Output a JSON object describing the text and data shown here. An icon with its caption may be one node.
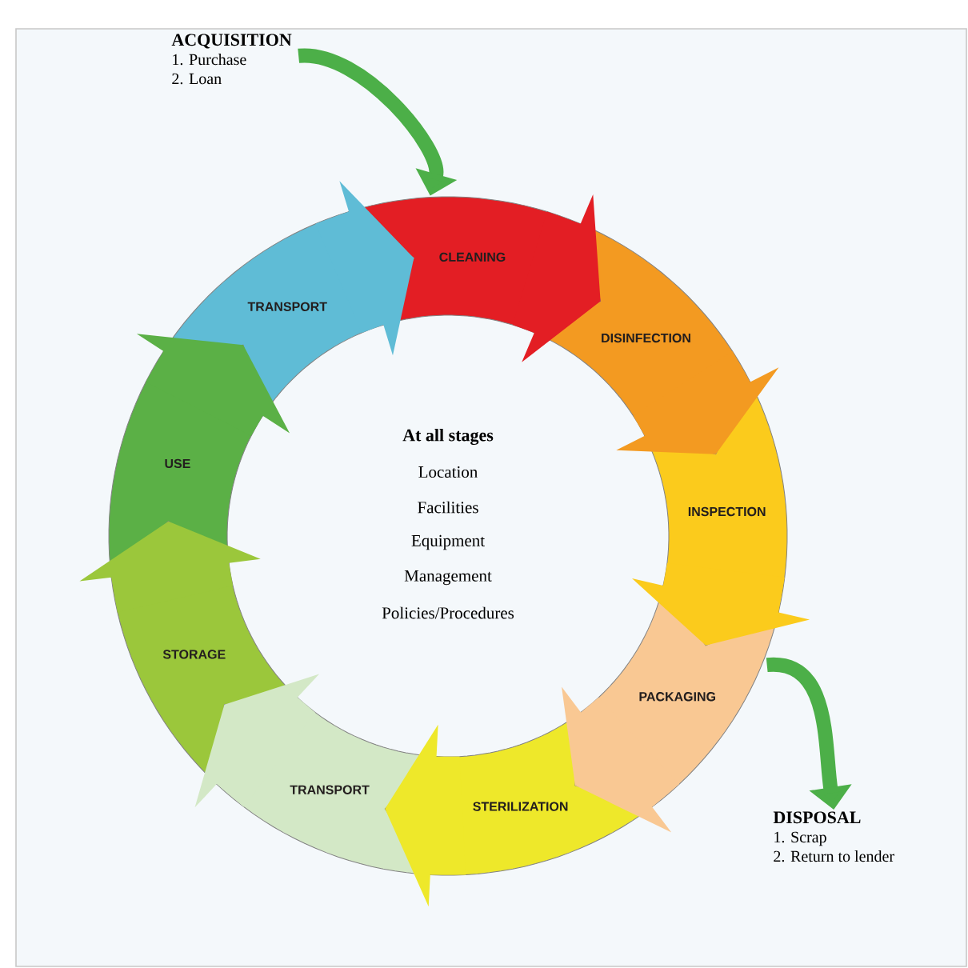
{
  "diagram": {
    "nodes": [
      {
        "text": [
          "ACQUISITION",
          "1. Purchase",
          "2. Loan"
        ]
      },
      {
        "text": [
          "CLEANING"
        ]
      },
      {
        "text": [
          "DISINFECTION"
        ]
      },
      {
        "text": [
          "INSPECTION"
        ]
      },
      {
        "text": [
          "PACKAGING"
        ]
      },
      {
        "text": [
          "STERILIZATION"
        ]
      },
      {
        "text": [
          "TRANSPORT"
        ]
      },
      {
        "text": [
          "STORAGE"
        ]
      },
      {
        "text": [
          "USE"
        ]
      },
      {
        "text": [
          "TRANSPORT"
        ]
      },
      {
        "text": [
          "DISPOSAL",
          "1. Scrap",
          "2. Return to lender"
        ]
      }
    ],
    "edges": [
      {
        "from": 0,
        "to": 1,
        "arrow": "to",
        "color": "#4caf48"
      },
      {
        "from": 1,
        "to": 2,
        "arrow": "to",
        "color": "#e31e24"
      },
      {
        "from": 2,
        "to": 3,
        "arrow": "to",
        "color": "#f39a21"
      },
      {
        "from": 3,
        "to": 4,
        "arrow": "to",
        "color": "#fbcb1c"
      },
      {
        "from": 4,
        "to": 5,
        "arrow": "to",
        "color": "#f9c893"
      },
      {
        "from": 5,
        "to": 6,
        "arrow": "to",
        "color": "#eee82a"
      },
      {
        "from": 6,
        "to": 7,
        "arrow": "to",
        "color": "#d3e8c6"
      },
      {
        "from": 7,
        "to": 8,
        "arrow": "to",
        "color": "#9bc73b"
      },
      {
        "from": 8,
        "to": 9,
        "arrow": "to",
        "color": "#5bb046"
      },
      {
        "from": 9,
        "to": 1,
        "arrow": "to",
        "color": "#5fbcd6"
      },
      {
        "from": 4,
        "to": 10,
        "arrow": "to",
        "color": "#4caf48"
      }
    ],
    "labels": [
      "At all stages",
      "Location",
      "Facilities",
      "Equipment",
      "Management",
      "Policies/Procedures"
    ]
  }
}
